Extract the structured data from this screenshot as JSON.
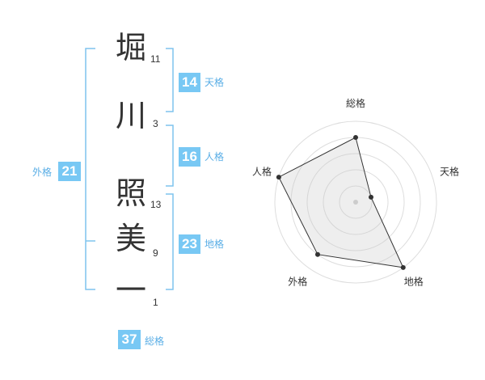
{
  "name_chars": [
    {
      "char": "堀",
      "strokes": "11"
    },
    {
      "char": "川",
      "strokes": "3"
    },
    {
      "char": "照",
      "strokes": "13"
    },
    {
      "char": "美",
      "strokes": "9"
    },
    {
      "char": "一",
      "strokes": "1"
    }
  ],
  "fortunes": {
    "tenkaku": {
      "value": "14",
      "label": "天格"
    },
    "jinkaku": {
      "value": "16",
      "label": "人格"
    },
    "chikaku": {
      "value": "23",
      "label": "地格"
    },
    "gaikaku": {
      "value": "21",
      "label": "外格"
    },
    "soukaku": {
      "value": "37",
      "label": "総格"
    }
  },
  "colors": {
    "accent": "#78c8f4",
    "bracket": "#7fc4ee",
    "text": "#333333"
  },
  "chart_data": {
    "type": "radar",
    "axes": [
      "総格",
      "天格",
      "地格",
      "外格",
      "人格"
    ],
    "values": [
      4,
      1,
      5,
      4,
      5
    ],
    "max": 5,
    "rings": 5
  }
}
